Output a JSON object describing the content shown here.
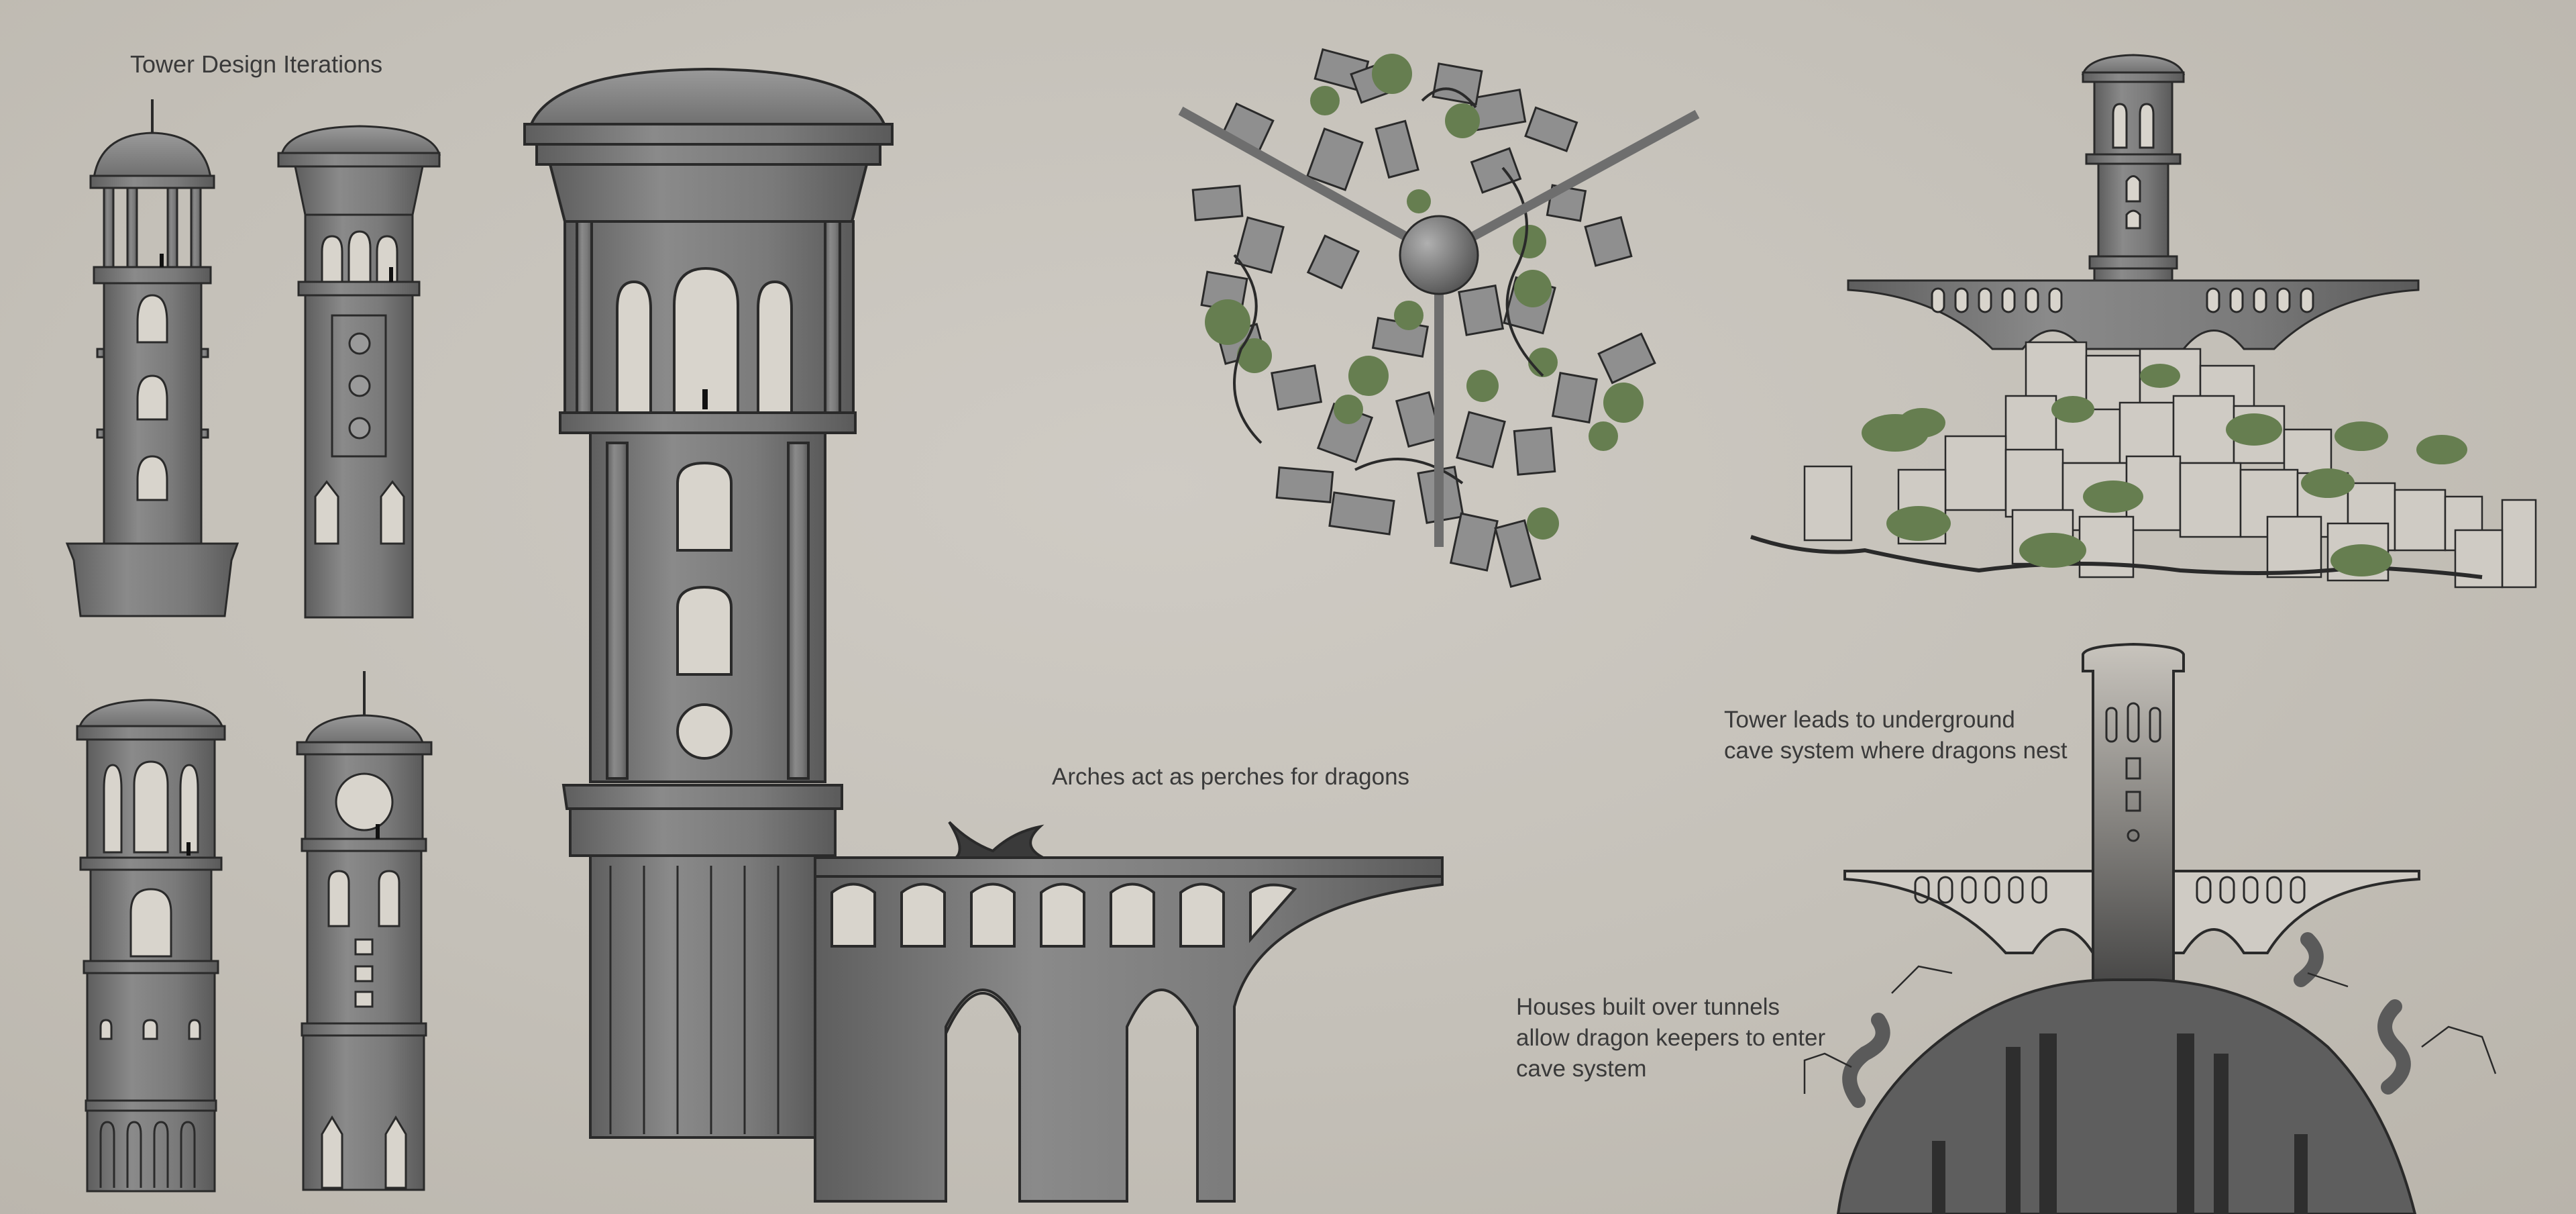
{
  "page": {
    "heading": "Tower Design Iterations",
    "note_arches": "Arches act as perches for dragons",
    "note_tower_lines": [
      "Tower leads to underground",
      "cave system where dragons nest"
    ],
    "note_houses_lines": [
      "Houses built over tunnels",
      "allow dragon keepers to enter",
      "cave system"
    ]
  },
  "colors": {
    "paper": "#c8c4bd",
    "stone": "#7a7a7a",
    "stone_dark": "#505050",
    "outline": "#2a2a2a",
    "foliage": "#667e50",
    "text": "#3a3a3a"
  }
}
